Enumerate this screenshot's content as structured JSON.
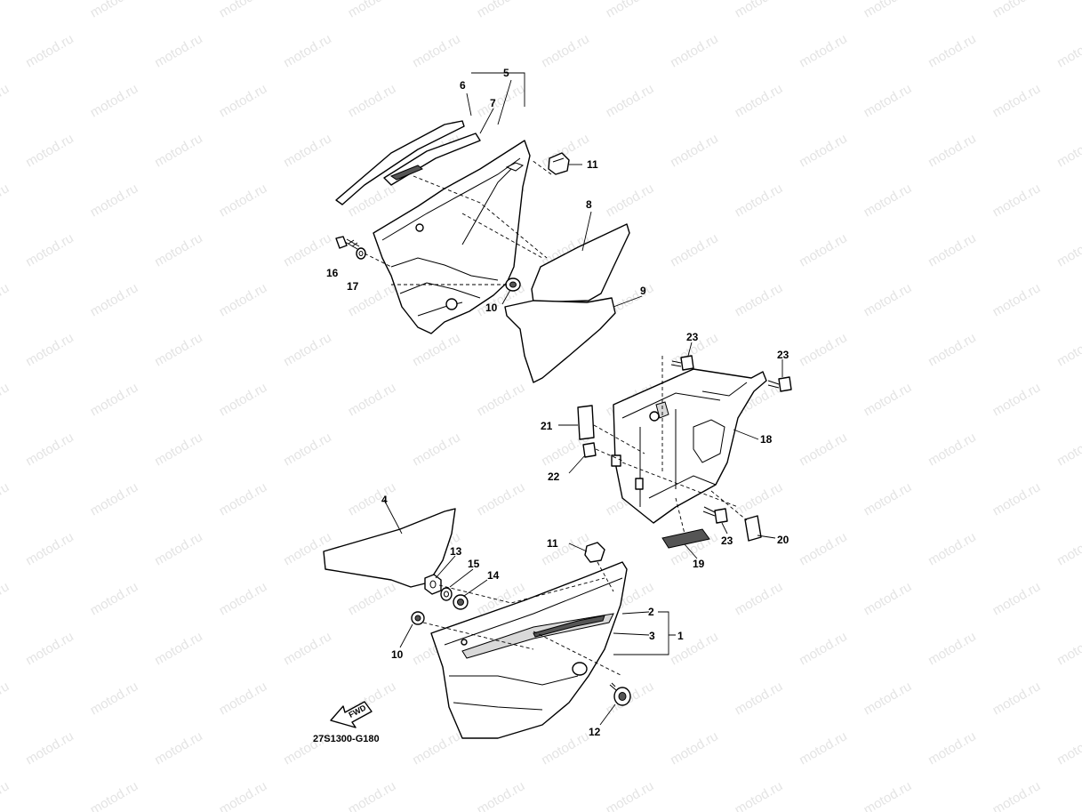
{
  "watermark": "motod.ru",
  "diagram_code": "27S1300-G180",
  "fwd_label": "FWD",
  "callouts": {
    "c1": "1",
    "c2": "2",
    "c3": "3",
    "c4": "4",
    "c5": "5",
    "c6": "6",
    "c7": "7",
    "c8": "8",
    "c9": "9",
    "c10a": "10",
    "c10b": "10",
    "c11a": "11",
    "c11b": "11",
    "c12": "12",
    "c13": "13",
    "c14": "14",
    "c15": "15",
    "c16": "16",
    "c17": "17",
    "c18": "18",
    "c19": "19",
    "c20": "20",
    "c21": "21",
    "c22": "22",
    "c23a": "23",
    "c23b": "23",
    "c23c": "23"
  }
}
